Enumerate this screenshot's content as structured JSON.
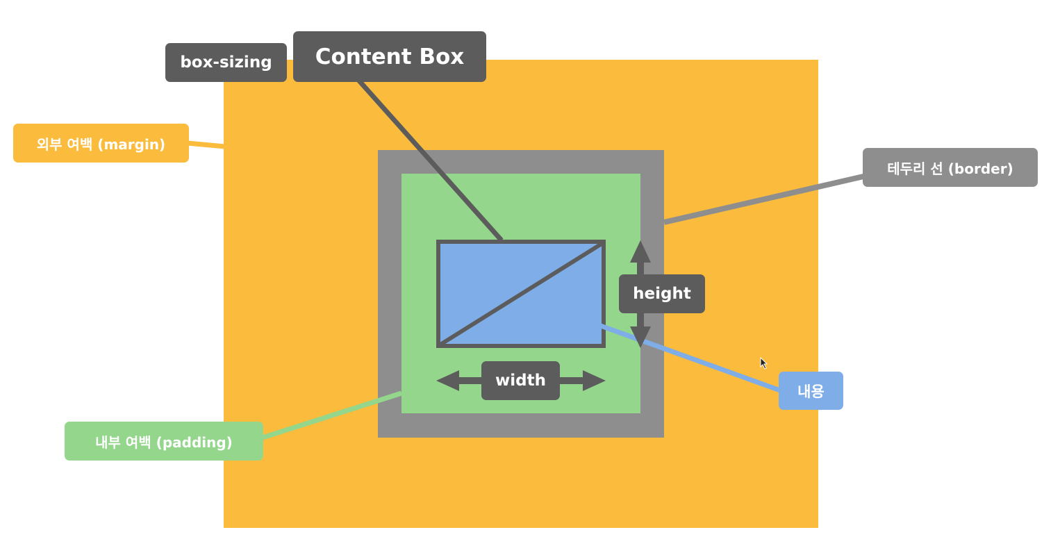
{
  "labels": {
    "box_sizing": "box-sizing",
    "content_box": "Content Box",
    "margin": "외부 여백 (margin)",
    "border": "테두리 선 (border)",
    "height": "height",
    "width": "width",
    "content": "내용",
    "padding": "내부 여백 (padding)"
  },
  "colors": {
    "margin": "#FBBB3D",
    "border": "#8E8E8E",
    "padding": "#93D68C",
    "content": "#7FADE8",
    "dark": "#5C5C5C"
  },
  "icons": [
    "height-double-arrow-icon",
    "width-double-arrow-icon",
    "mouse-cursor-icon"
  ]
}
